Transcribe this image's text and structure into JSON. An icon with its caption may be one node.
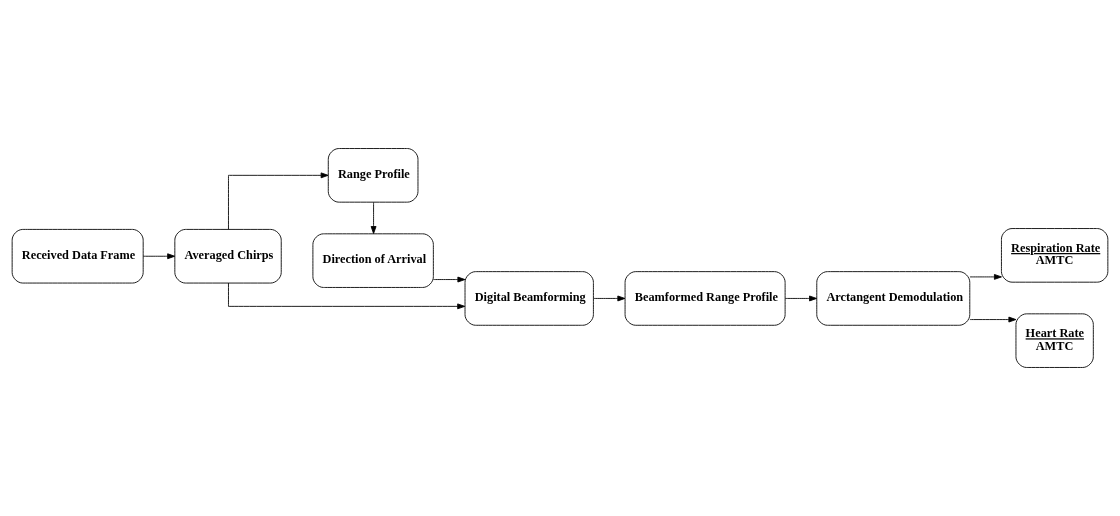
{
  "diagram": {
    "nodes": [
      {
        "text": [
          "Received Data Frame"
        ]
      },
      {
        "text": [
          "Averaged Chirps"
        ]
      },
      {
        "text": [
          "Range Profile"
        ]
      },
      {
        "text": [
          "Direction of Arrival"
        ]
      },
      {
        "text": [
          "Digital Beamforming"
        ]
      },
      {
        "text": [
          "Beamformed Range Profile"
        ]
      },
      {
        "text": [
          "Arctangent Demodulation"
        ]
      },
      {
        "text": [
          "Respiration Rate",
          "AMTC"
        ]
      },
      {
        "text": [
          "Heart Rate",
          "AMTC"
        ]
      }
    ],
    "edges": [
      {
        "from": 0,
        "to": 1,
        "arrow": "to"
      },
      {
        "from": 1,
        "to": 2,
        "arrow": "to"
      },
      {
        "from": 2,
        "to": 3,
        "arrow": "to"
      },
      {
        "from": 3,
        "to": 4,
        "arrow": "to"
      },
      {
        "from": 1,
        "to": 4,
        "arrow": "to"
      },
      {
        "from": 4,
        "to": 5,
        "arrow": "to"
      },
      {
        "from": 5,
        "to": 6,
        "arrow": "to"
      },
      {
        "from": 6,
        "to": 7,
        "arrow": "to"
      },
      {
        "from": 6,
        "to": 8,
        "arrow": "to"
      }
    ]
  }
}
